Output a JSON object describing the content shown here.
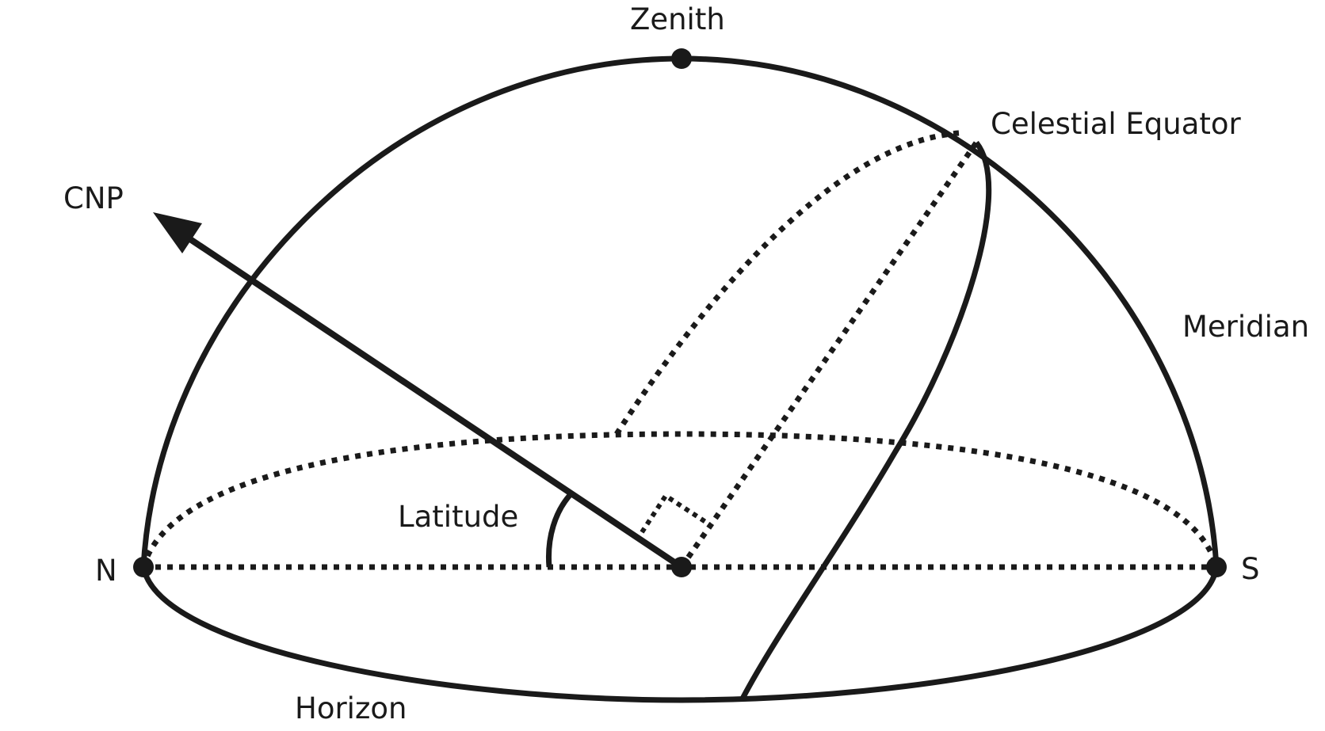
{
  "labels": {
    "zenith": "Zenith",
    "celestial_equator": "Celestial Equator",
    "cnp": "CNP",
    "meridian": "Meridian",
    "latitude": "Latitude",
    "north": "N",
    "south": "S",
    "horizon": "Horizon"
  },
  "colors": {
    "ink": "#1a1a1a",
    "background": "#ffffff"
  }
}
